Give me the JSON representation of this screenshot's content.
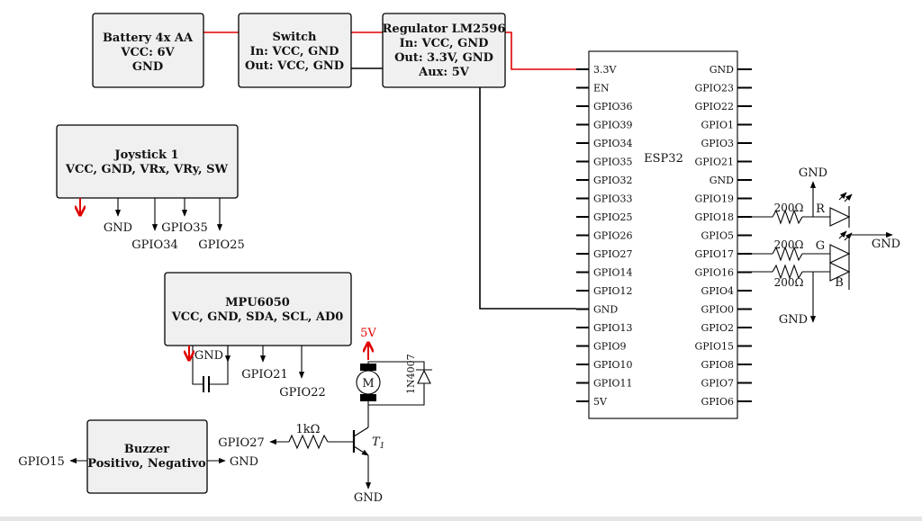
{
  "colors": {
    "power": "#e00000",
    "wire": "#000000",
    "box_fill": "#f0f0f0"
  },
  "blocks": {
    "battery": [
      "Battery 4x AA",
      "VCC: 6V",
      "GND"
    ],
    "switch": [
      "Switch",
      "In: VCC, GND",
      "Out: VCC, GND"
    ],
    "regulator": [
      "Regulator LM2596",
      "In: VCC, GND",
      "Out: 3.3V, GND",
      "Aux: 5V"
    ],
    "joystick": [
      "Joystick 1",
      "VCC, GND, VRx, VRy, SW"
    ],
    "mpu": [
      "MPU6050",
      "VCC, GND, SDA, SCL, AD0"
    ],
    "buzzer": [
      "Buzzer",
      "Positivo, Negativo"
    ]
  },
  "esp32": {
    "title": "ESP32",
    "left_pins": [
      "3.3V",
      "EN",
      "GPIO36",
      "GPIO39",
      "GPIO34",
      "GPIO35",
      "GPIO32",
      "GPIO33",
      "GPIO25",
      "GPIO26",
      "GPIO27",
      "GPIO14",
      "GPIO12",
      "GND",
      "GPIO13",
      "GPIO9",
      "GPIO10",
      "GPIO11",
      "5V"
    ],
    "right_pins": [
      "GND",
      "GPIO23",
      "GPIO22",
      "GPIO1",
      "GPIO3",
      "GPIO21",
      "GND",
      "GPIO19",
      "GPIO18",
      "GPIO5",
      "GPIO17",
      "GPIO16",
      "GPIO4",
      "GPIO0",
      "GPIO2",
      "GPIO15",
      "GPIO8",
      "GPIO7",
      "GPIO6"
    ]
  },
  "joystick_pins": {
    "gnd": "GND",
    "vrx": "GPIO34",
    "vry": "GPIO35",
    "sw": "GPIO25"
  },
  "mpu_pins": {
    "gnd": "GND",
    "sda": "GPIO21",
    "scl": "GPIO22"
  },
  "led": {
    "resistor": "200Ω",
    "r": "R",
    "g": "G",
    "b": "B",
    "gnd_top": "GND",
    "gnd_right": "GND",
    "gnd_bottom": "GND"
  },
  "motor": {
    "supply": "5V",
    "motor": "M",
    "diode": "1N4007",
    "transistor": "T",
    "transistor_sub": "1",
    "resistor": "1kΩ",
    "gpio": "GPIO27",
    "gnd": "GND"
  },
  "buzzer_pins": {
    "left": "GPIO15",
    "right": "GND"
  }
}
